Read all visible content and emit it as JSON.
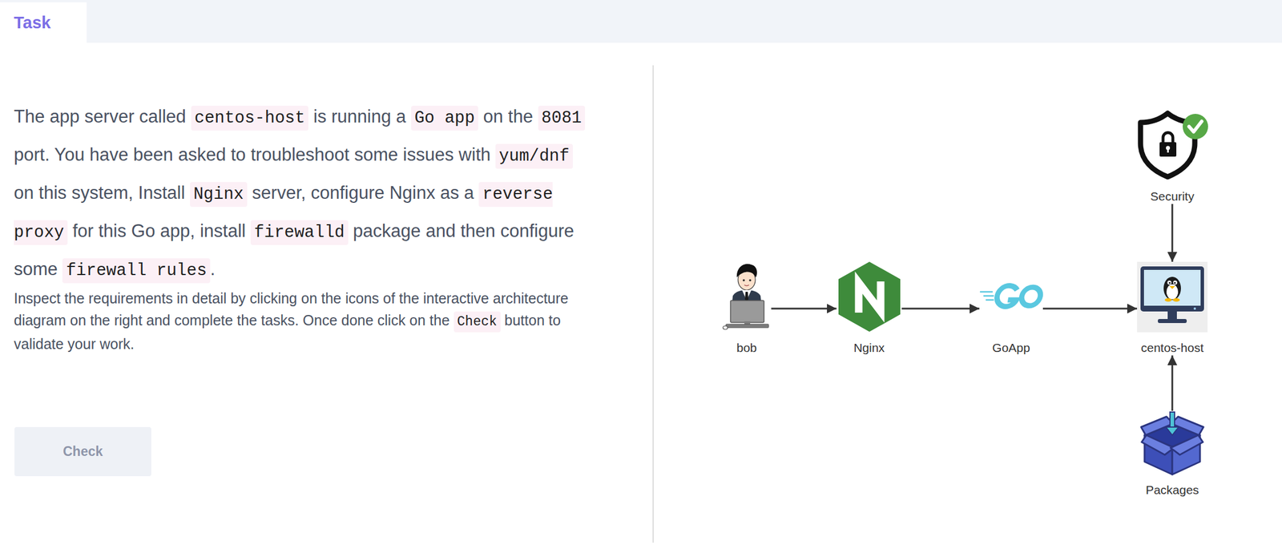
{
  "diagram": {
    "nodes": [
      {
        "text": [
          "Security"
        ]
      },
      {
        "text": [
          "bob"
        ]
      },
      {
        "text": [
          "Nginx"
        ]
      },
      {
        "text": [
          "GoApp"
        ]
      },
      {
        "text": [
          "centos-host"
        ]
      },
      {
        "text": [
          "Packages"
        ]
      }
    ],
    "edges": [
      {
        "from": 1,
        "to": 2,
        "arrow": "to"
      },
      {
        "from": 2,
        "to": 3,
        "arrow": "to"
      },
      {
        "from": 3,
        "to": 4,
        "arrow": "to"
      },
      {
        "from": 0,
        "to": 4,
        "arrow": "to"
      },
      {
        "from": 5,
        "to": 4,
        "arrow": "to"
      }
    ],
    "labels": [
      "Task",
      "The app server called",
      "centos-host",
      "is running a",
      "Go app",
      "on the",
      "8081",
      "port. You have been asked to troubleshoot some issues with",
      "yum/dnf",
      "on this system, Install",
      "Nginx",
      "server, configure Nginx as a",
      "reverse proxy",
      "for this Go app, install",
      "firewalld",
      "package and then configure some",
      "firewall rules",
      ".",
      "Inspect the requirements in detail by clicking on the icons of the interactive architecture diagram on the right and complete the tasks. Once done click on the",
      "Check",
      "button to validate your work.",
      "Check"
    ]
  }
}
